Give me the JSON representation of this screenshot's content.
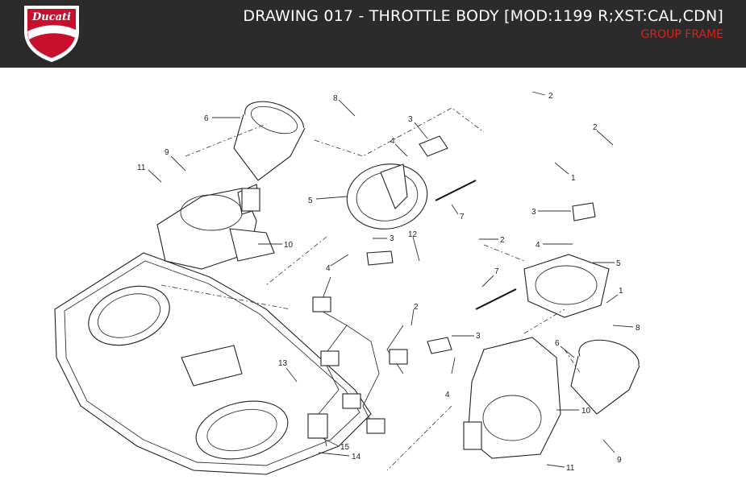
{
  "header": {
    "logo_text": "Ducati",
    "title": "DRAWING 017 - THROTTLE BODY [MOD:1199 R;XST:CAL,CDN]",
    "subtitle": "GROUP FRAME"
  },
  "colors": {
    "header_bg": "#2b2b2b",
    "accent": "#d9211c",
    "logo_red": "#c8102e"
  },
  "callouts": [
    {
      "id": "c1",
      "label": "6"
    },
    {
      "id": "c2",
      "label": "9"
    },
    {
      "id": "c3",
      "label": "11"
    },
    {
      "id": "c4",
      "label": "10"
    },
    {
      "id": "c5",
      "label": "8"
    },
    {
      "id": "c6",
      "label": "4"
    },
    {
      "id": "c7",
      "label": "3"
    },
    {
      "id": "c8",
      "label": "5"
    },
    {
      "id": "c9",
      "label": "7"
    },
    {
      "id": "c10",
      "label": "2"
    },
    {
      "id": "c11",
      "label": "1"
    },
    {
      "id": "c12",
      "label": "2"
    },
    {
      "id": "c13",
      "label": "3"
    },
    {
      "id": "c14",
      "label": "4"
    },
    {
      "id": "c15",
      "label": "5"
    },
    {
      "id": "c16",
      "label": "2"
    },
    {
      "id": "c17",
      "label": "12"
    },
    {
      "id": "c18",
      "label": "3"
    },
    {
      "id": "c19",
      "label": "4"
    },
    {
      "id": "c20",
      "label": "7"
    },
    {
      "id": "c21",
      "label": "1"
    },
    {
      "id": "c22",
      "label": "8"
    },
    {
      "id": "c23",
      "label": "2"
    },
    {
      "id": "c24",
      "label": "3"
    },
    {
      "id": "c25",
      "label": "4"
    },
    {
      "id": "c26",
      "label": "6"
    },
    {
      "id": "c27",
      "label": "10"
    },
    {
      "id": "c28",
      "label": "9"
    },
    {
      "id": "c29",
      "label": "11"
    },
    {
      "id": "c30",
      "label": "13"
    },
    {
      "id": "c31",
      "label": "15"
    },
    {
      "id": "c32",
      "label": "14"
    }
  ]
}
